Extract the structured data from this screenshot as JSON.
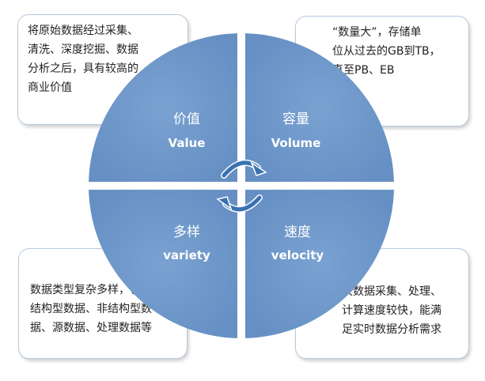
{
  "colors": {
    "quadrant_fill": "#6f97c8",
    "arrow_fill": "#3a72b0",
    "callout_border": "#b7c9dd",
    "text_dark": "#222222",
    "text_light": "#ffffff"
  },
  "quadrants": {
    "top_left": {
      "title": "价值",
      "subtitle": "Value"
    },
    "top_right": {
      "title": "容量",
      "subtitle": "Volume"
    },
    "bottom_left": {
      "title": "多样",
      "subtitle": "variety"
    },
    "bottom_right": {
      "title": "速度",
      "subtitle": "velocity"
    }
  },
  "callouts": {
    "top_left": {
      "lines": [
        "将原始数据经过采集、",
        "清洗、深度挖掘、数据",
        "分析之后，具有较高的",
        "商业价值"
      ]
    },
    "top_right": {
      "lines": [
        "“数量大”，存储单",
        "位从过去的GB到TB，",
        "直至PB、EB"
      ]
    },
    "bottom_left": {
      "lines": [
        "数据类型复杂多样，包括",
        "结构型数据、非结构型数",
        "据、源数据、处理数据等"
      ]
    },
    "bottom_right": {
      "lines": [
        "大数据采集、处理、",
        "计算速度较快，能满",
        "足实时数据分析需求"
      ]
    }
  },
  "icons": {
    "center": "cycle-arrows-icon"
  }
}
